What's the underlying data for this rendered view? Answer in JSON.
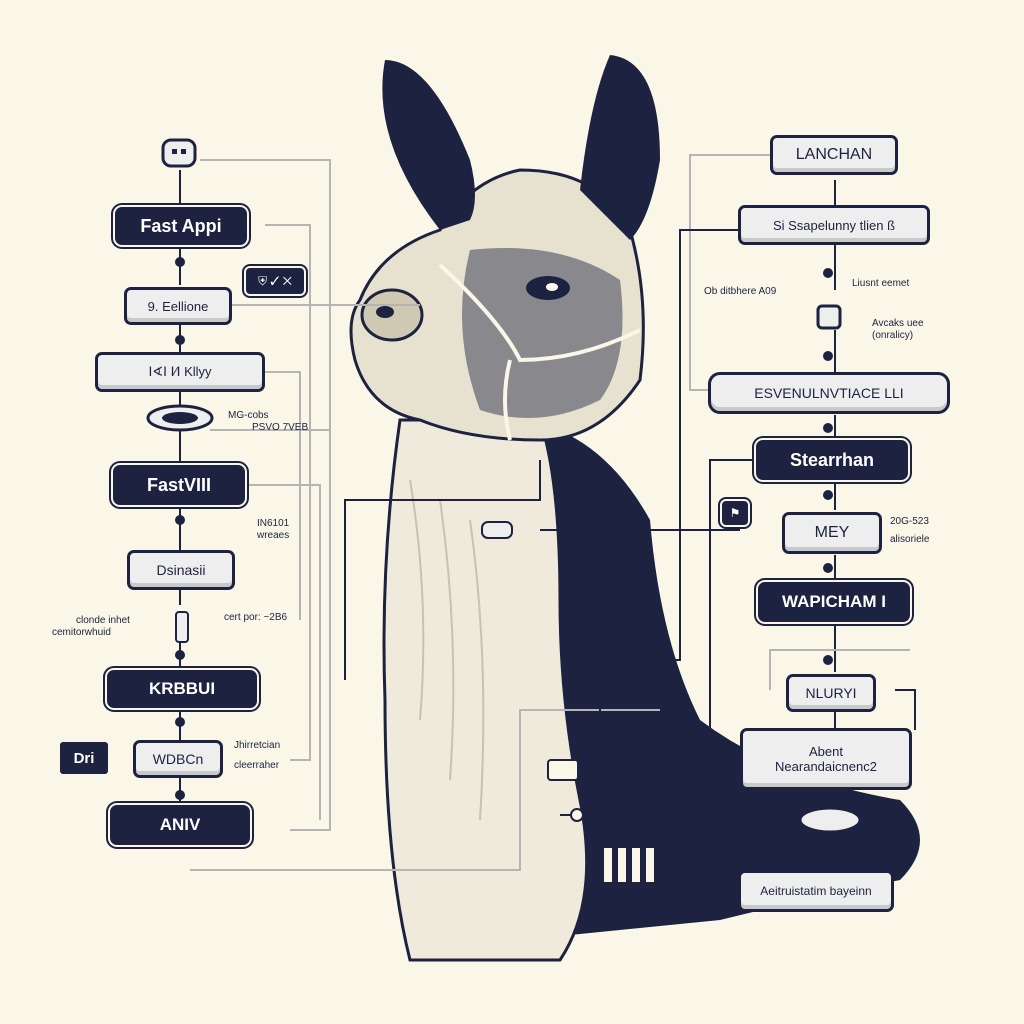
{
  "left_column": {
    "fastapi": "Fast Appi",
    "n2": "9. Eellione",
    "n3": "Ⅰ∢Ⅰ  Ⅰ∕Ⅰ   Kllyy",
    "fastvii": "FastVIII",
    "n5": "Dsinasii",
    "kbbui": "KRBBUI",
    "wdbcn": "WDBCn",
    "aniv": "ANIV",
    "dri_badge": "Dri"
  },
  "left_annotations": {
    "a1_line1": "MG-cobs",
    "a1_line2": "PSVO 7VEB",
    "a2_line1": "IN6101",
    "a2_line2": "wreaes",
    "a3_line1": "clonde inhet",
    "a3_line2": "cemitorwhuid",
    "a3_right": "cert por: ~2B6",
    "a4_line1": "Jhirretcian",
    "a4_line2": "cleerraher"
  },
  "right_column": {
    "lanchan": "LANCHAN",
    "n2": "Si Ssapelunny tlien ß",
    "n3": "ESVENULNVTIACE LLI",
    "stearrhan": "Stearrhan",
    "mey": "MEY",
    "wapicham": "WAPICHAM I",
    "nluryi": "NLURYI",
    "abent_line1": "Abent",
    "abent_line2": "Nearandaicnenc2",
    "bottom": "Aeitruistatim bayeinn"
  },
  "right_annotations": {
    "a1": "Ob ditbhere A09",
    "a2": "Liusnt eemet",
    "a3_line1": "Avcaks uee",
    "a3_line2": "(onralicy)",
    "a4_line1": "20G-523",
    "a4_line2": "alisoriele"
  },
  "colors": {
    "ink": "#1c2240",
    "paper": "#faf7e8",
    "node_light": "#eeeeee",
    "line_gray": "#b5b5b5"
  }
}
